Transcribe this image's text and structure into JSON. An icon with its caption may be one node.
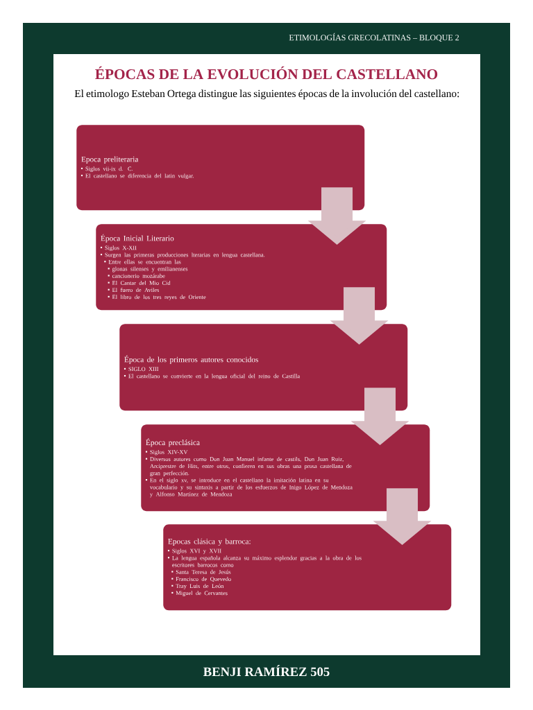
{
  "diagram": {
    "title": "ÉPOCAS DE LA EVOLUCIÓN DEL CASTELLANO",
    "nodes": [
      {
        "text": [
          "Epoca preliteraria",
          "Siglos vii-ix d. C.",
          "El castellano se diferencia del latin vulgar."
        ]
      },
      {
        "text": [
          "Época Inicial Literario",
          "Siglos X-XII",
          "Surgen las primeras producciones lterarias en lengua castellana.",
          "Entre ellas se encuentran las",
          "glonas silenses y emilianenses",
          "cancionerio mozárabe",
          "El Cantar del Mio Cid",
          "El fuero de Aviles",
          "El libro de los tres reyes de Oriente"
        ]
      },
      {
        "text": [
          "Época de los primeros autores conocidos",
          "SIGLO XIII",
          "El castellano se convierte en la lengua oficial del reino de Castilla"
        ]
      },
      {
        "text": [
          "Época preclásica",
          "Siglos XIV-XV",
          "Diversos autores como Don Juan Manuel infante de castils, Don Juan Ruiz, Arciprestre de Hits, entre otros, confieren en sus obras una prosa castellana de gran perfección.",
          "En el siglo xv, se introduce en el castellano la imitación latina en su vocabulario y su sintaxis a partir de los esfuerzos de Inigo López de Mendoza y Alfonso Martínez de Mendoza"
        ]
      },
      {
        "text": [
          "Epocas clásica y barroca:",
          "Siglos XVI y XVII",
          "La lengua española alcanza su máximo esplendor gracias a la obra de los escritores barrocos como",
          "Santa Teresa de Jesús",
          "Francisco de Quevedo",
          "Tray Luis de León",
          "Miguel de Cervantes"
        ]
      }
    ],
    "edges": [
      {
        "from": 0,
        "to": 1,
        "arrow": "to"
      },
      {
        "from": 1,
        "to": 2,
        "arrow": "to"
      },
      {
        "from": 2,
        "to": 3,
        "arrow": "to"
      },
      {
        "from": 3,
        "to": 4,
        "arrow": "to"
      }
    ],
    "labels": [
      "ETIMOLOGÍAS GRECOLATINAS – BLOQUE 2",
      "El etimologo Esteban Ortega distingue las siguientes épocas de la involución del castellano:",
      "BENJI RAMÍREZ 505"
    ]
  }
}
